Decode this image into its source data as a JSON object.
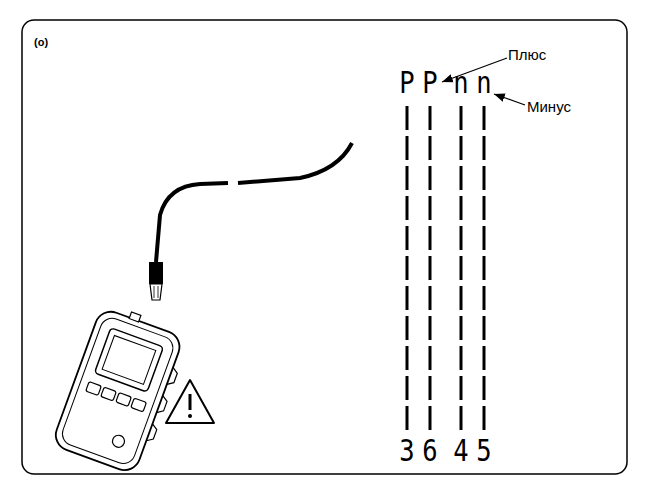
{
  "diagram": {
    "labels": [
      "(o)",
      "Плюс",
      "Минус",
      "P",
      "P",
      "n",
      "n",
      "3",
      "6",
      "4",
      "5"
    ]
  }
}
